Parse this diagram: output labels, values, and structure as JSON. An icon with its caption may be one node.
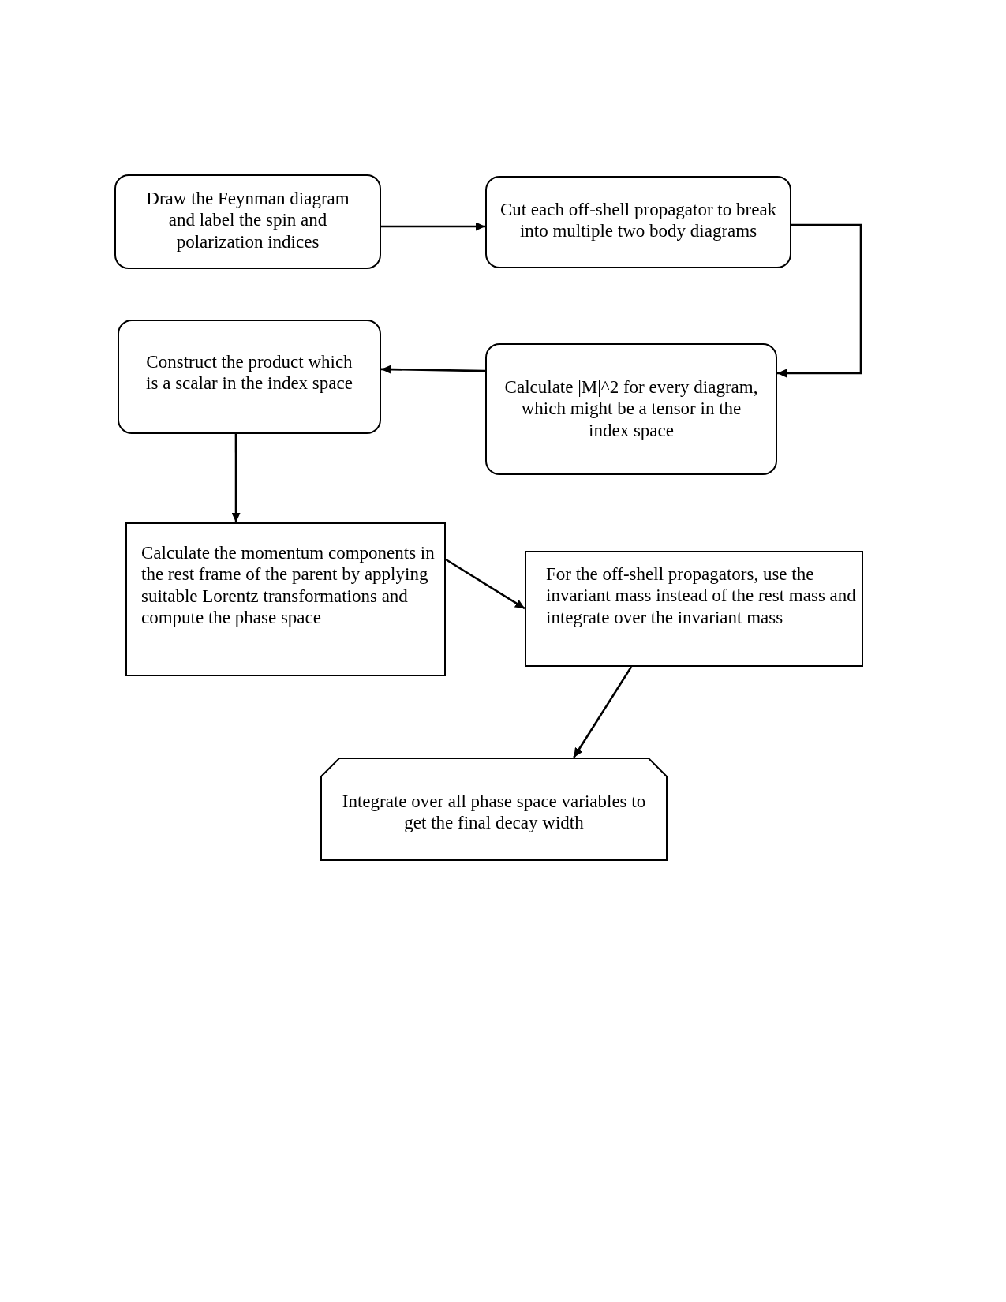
{
  "diagram": {
    "nodes": [
      {
        "text": [
          "Draw the Feynman diagram and label the spin and polarization indices"
        ]
      },
      {
        "text": [
          "Cut each off-shell propagator to break into multiple two body diagrams"
        ]
      },
      {
        "text": [
          "Construct the product which is a scalar in the index space"
        ]
      },
      {
        "text": [
          "Calculate |M|^2 for every diagram, which might be a tensor in the index space"
        ]
      },
      {
        "text": [
          "Calculate the momentum components in the rest frame of the parent by applying suitable Lorentz transformations and compute the phase space"
        ]
      },
      {
        "text": [
          "For the off-shell propagators, use the invariant mass instead of the rest mass and integrate over the invariant mass"
        ]
      },
      {
        "text": [
          "Integrate over all phase space variables to get the final decay width"
        ]
      }
    ],
    "edges": [
      {
        "from": 0,
        "to": 1,
        "arrow": "to"
      },
      {
        "from": 1,
        "to": 3,
        "arrow": "to"
      },
      {
        "from": 3,
        "to": 2,
        "arrow": "to"
      },
      {
        "from": 2,
        "to": 4,
        "arrow": "to"
      },
      {
        "from": 4,
        "to": 5,
        "arrow": "to"
      },
      {
        "from": 5,
        "to": 6,
        "arrow": "to"
      }
    ]
  }
}
